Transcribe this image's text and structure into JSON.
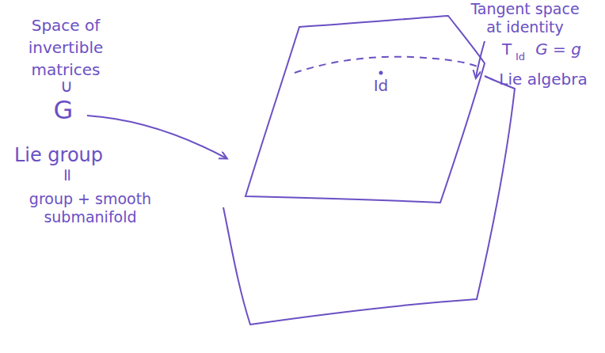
{
  "diagram": {
    "labels": [
      "Tangent space at identity",
      "T",
      "Id",
      "G = g",
      "Lie algebra",
      "Id",
      "Space of invertible matrices",
      "∪",
      "G",
      "Lie group",
      "=",
      "group + smooth submanifold"
    ]
  }
}
